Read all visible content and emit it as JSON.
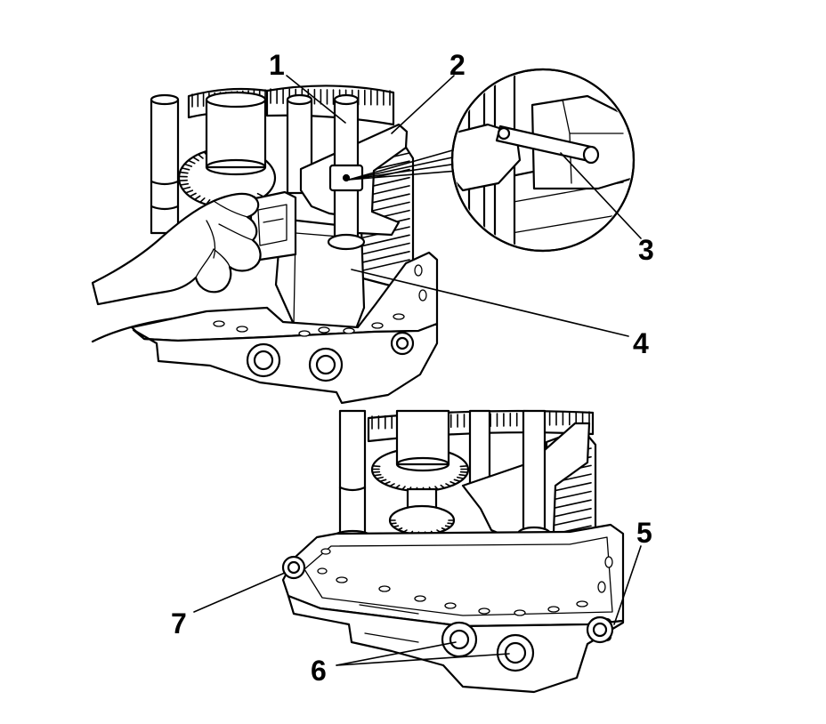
{
  "figure": {
    "stroke_color": "#000000",
    "background_color": "#ffffff"
  },
  "callouts": [
    "1",
    "2",
    "3",
    "4",
    "5",
    "6",
    "7"
  ]
}
